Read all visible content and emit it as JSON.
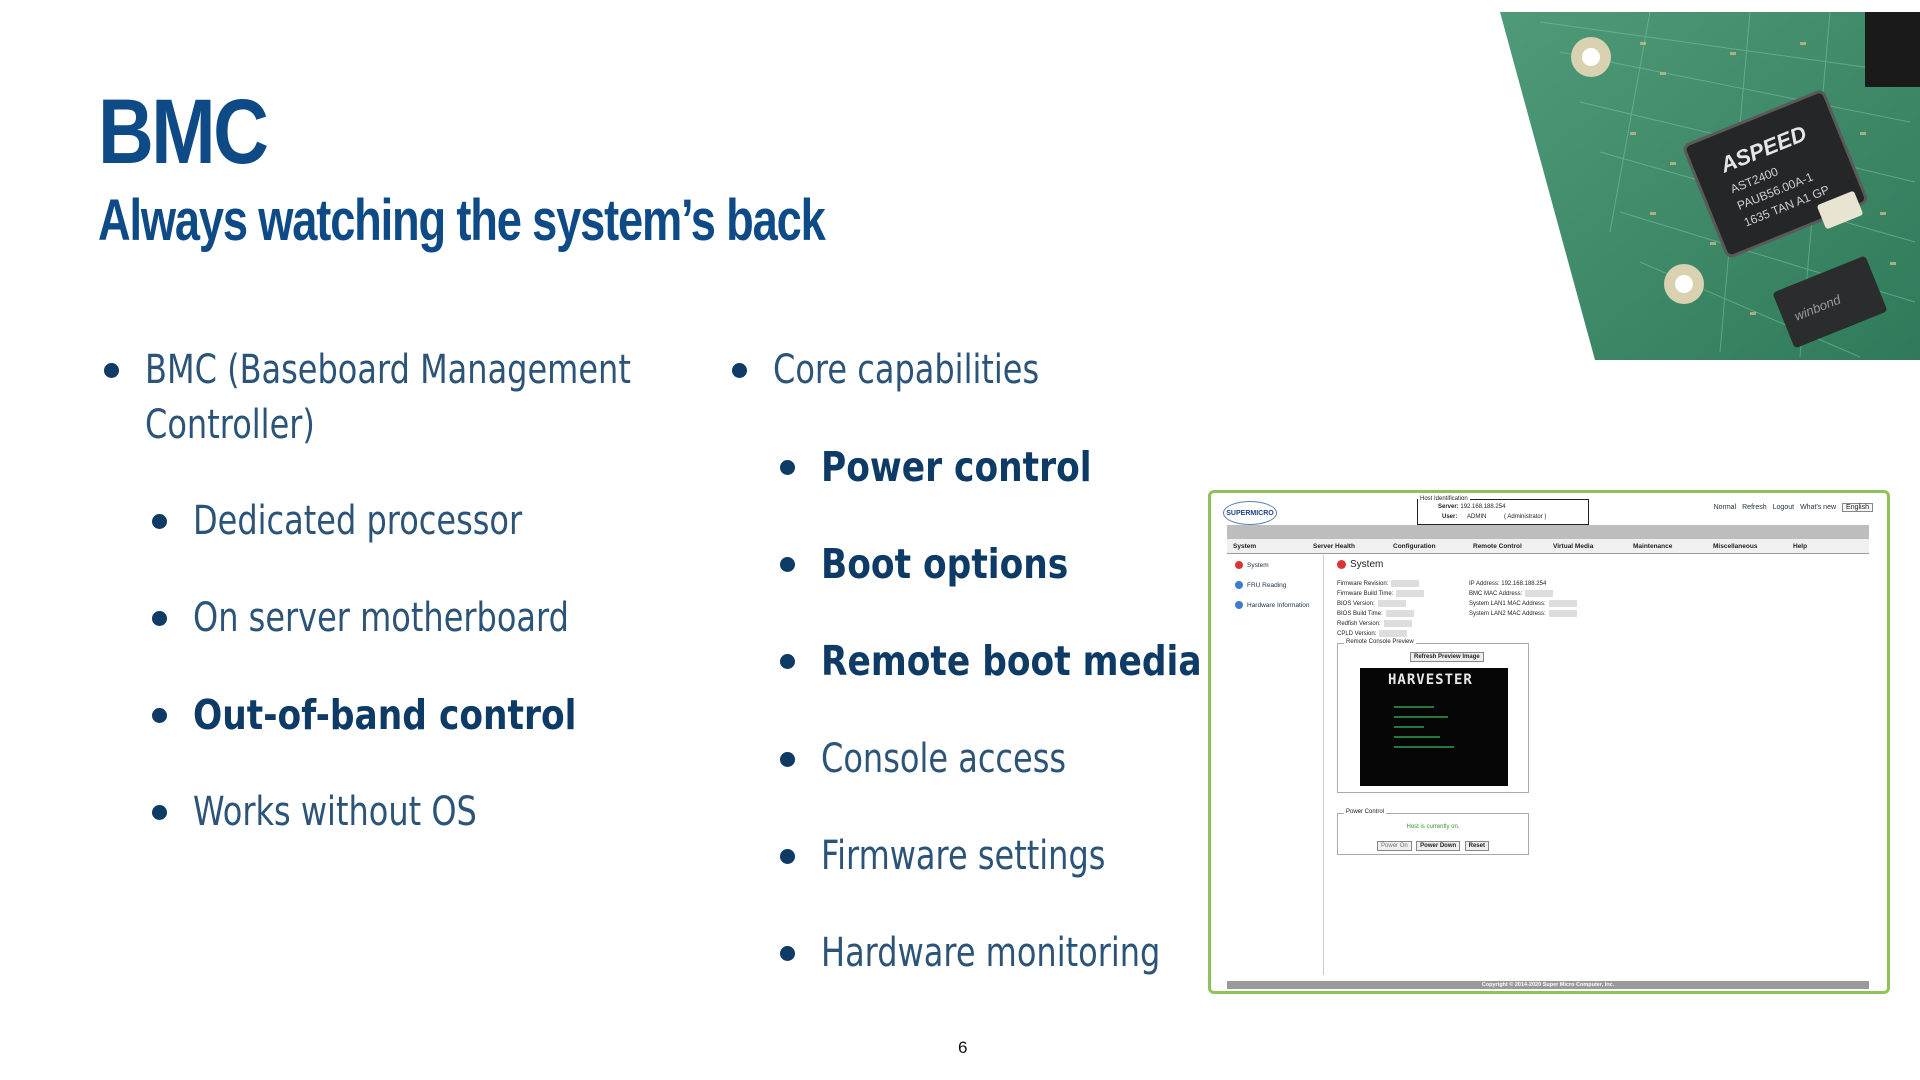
{
  "slide": {
    "title": "BMC",
    "subtitle": "Always watching the system’s back",
    "page_number": "6"
  },
  "left_list": {
    "item1_line1": "BMC (Baseboard Management",
    "item1_line2": "Controller)",
    "sub": [
      "Dedicated processor",
      "On server motherboard",
      "Out-of-band control",
      "Works without OS"
    ]
  },
  "right_list": {
    "item1": "Core capabilities",
    "sub": [
      "Power control",
      "Boot options",
      "Remote boot media",
      "Console access",
      "Firmware settings",
      "Hardware monitoring"
    ]
  },
  "board_photo": {
    "chip_brand": "ASPEED",
    "chip_model": "AST2400",
    "chip_code": "PAUB56.00A-1",
    "chip_lot": "1635 TAN A1 GP",
    "chip2_brand": "winbond"
  },
  "bmc_ui": {
    "logo": "SUPERMICRO",
    "host_identification": "Host Identification",
    "server_label": "Server:",
    "server_value": "192.168.188.254",
    "user_label": "User:",
    "user_value": "ADMIN",
    "user_role": "( Administrator )",
    "links": [
      "Normal",
      "Refresh",
      "Logout",
      "What's new"
    ],
    "language": "English",
    "menu": [
      "System",
      "Server Health",
      "Configuration",
      "Remote Control",
      "Virtual Media",
      "Maintenance",
      "Miscellaneous",
      "Help"
    ],
    "sidebar": [
      "System",
      "FRU Reading",
      "Hardware Information"
    ],
    "section_title": "System",
    "info_left": [
      "Firmware Revision:",
      "Firmware Build Time:",
      "BIOS Version:",
      "BIOS Build Time:",
      "Redfish Version:",
      "CPLD Version:"
    ],
    "ip_address_label": "IP Address:",
    "ip_address_value": "192.168.188.254",
    "info_right": [
      "BMC MAC Address:",
      "System LAN1 MAC Address:",
      "System LAN2 MAC Address:"
    ],
    "console_preview": "Remote Console Preview",
    "refresh_preview": "Refresh Preview Image",
    "console_text": "HARVESTER",
    "power_control": "Power Control",
    "host_status": "Host is currently on.",
    "power_buttons": [
      "Power On",
      "Power Down",
      "Reset"
    ],
    "copyright": "Copyright © 2014-2020 Super Micro Computer, Inc."
  }
}
